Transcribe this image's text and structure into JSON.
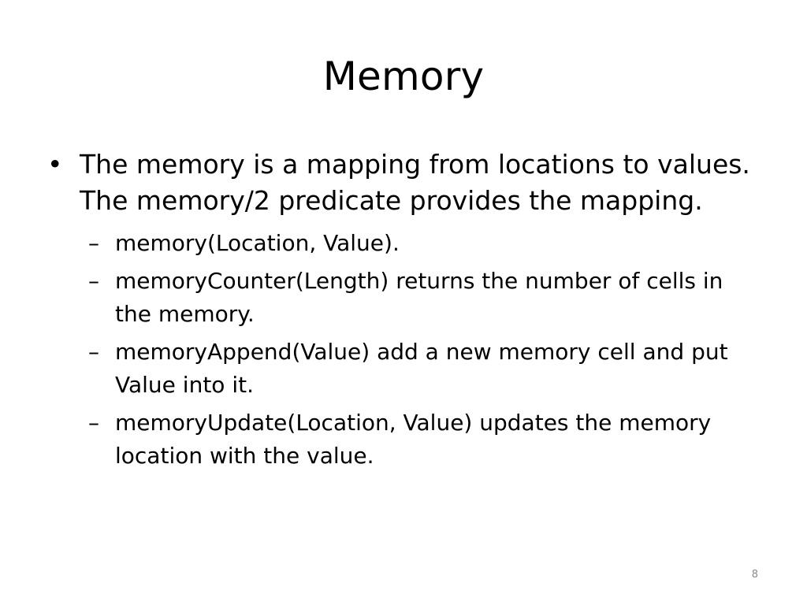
{
  "slide": {
    "title": "Memory",
    "bullets": [
      {
        "marker": "•",
        "text": "The memory is a mapping from locations to values. The memory/2 predicate provides the mapping.",
        "sub": [
          {
            "marker": "–",
            "text": "memory(Location, Value)."
          },
          {
            "marker": "–",
            "text": "memoryCounter(Length) returns the number of cells in the memory."
          },
          {
            "marker": "–",
            "text": "memoryAppend(Value) add a new memory cell and put Value into it."
          },
          {
            "marker": "–",
            "text": "memoryUpdate(Location, Value) updates the memory location with the value."
          }
        ]
      }
    ],
    "page_number": "8"
  }
}
